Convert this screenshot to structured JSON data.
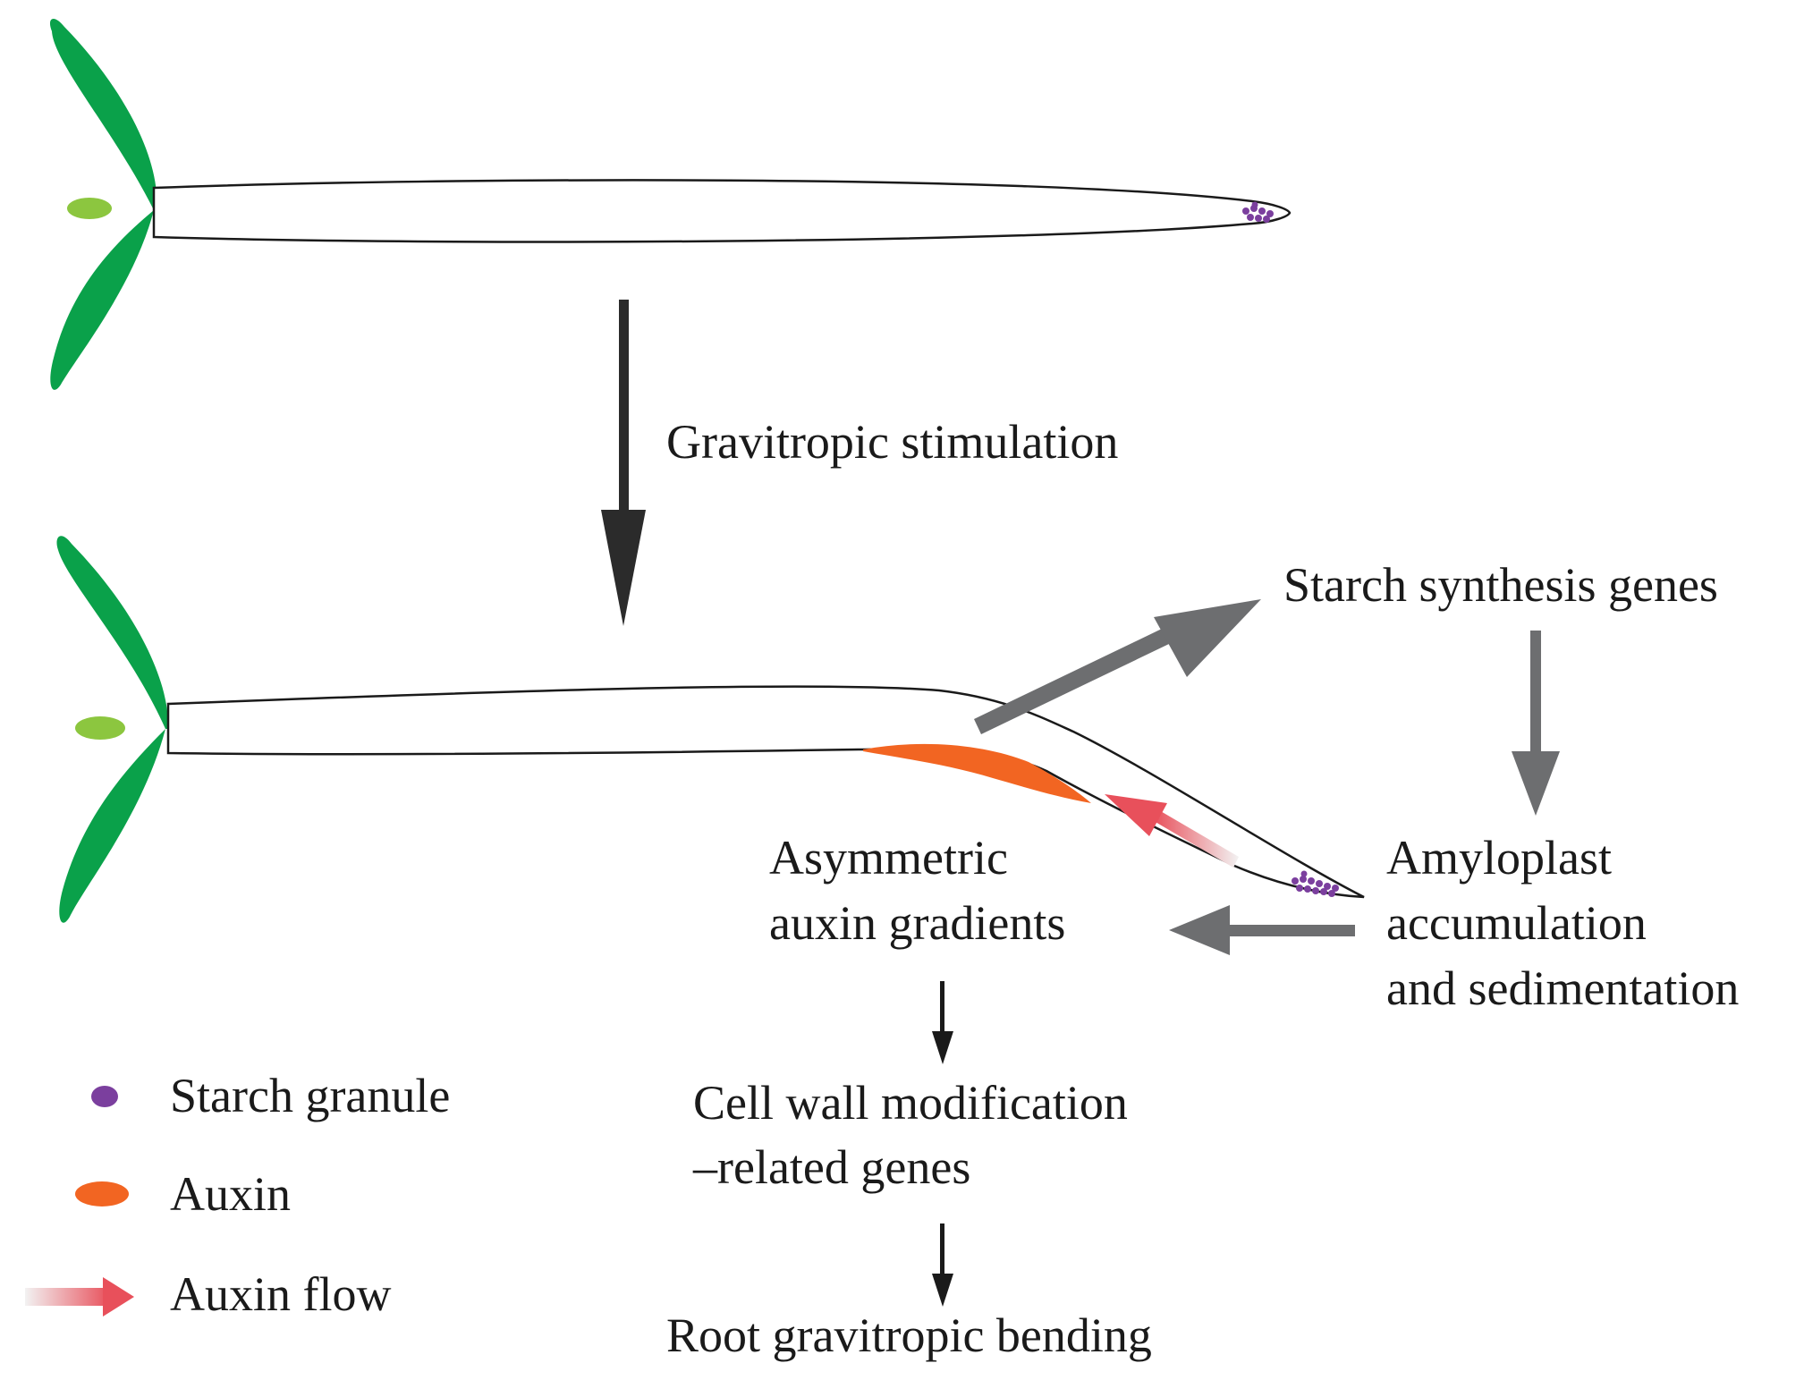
{
  "colors": {
    "leaf": "#0aa14a",
    "hypocotyl": "#8cc63f",
    "starch_granule": "#7b3f9e",
    "auxin": "#f26522",
    "auxin_flow": "#e8505b",
    "main_arrow": "#2b2b2b",
    "process_arrow": "#6d6e70",
    "small_arrow": "#1a1a1a",
    "outline": "#1a1a1a"
  },
  "labels": {
    "gravitropic_stimulation": "Gravitropic stimulation",
    "starch_synthesis_genes": "Starch synthesis genes",
    "amyloplast": [
      "Amyloplast",
      "accumulation",
      "and sedimentation"
    ],
    "asymmetric_auxin": [
      "Asymmetric",
      "auxin gradients"
    ],
    "cell_wall": [
      "Cell wall modification",
      "–related genes"
    ],
    "root_bending": "Root gravitropic bending"
  },
  "legend": {
    "starch_granule": "Starch granule",
    "auxin": "Auxin",
    "auxin_flow": "Auxin flow"
  }
}
